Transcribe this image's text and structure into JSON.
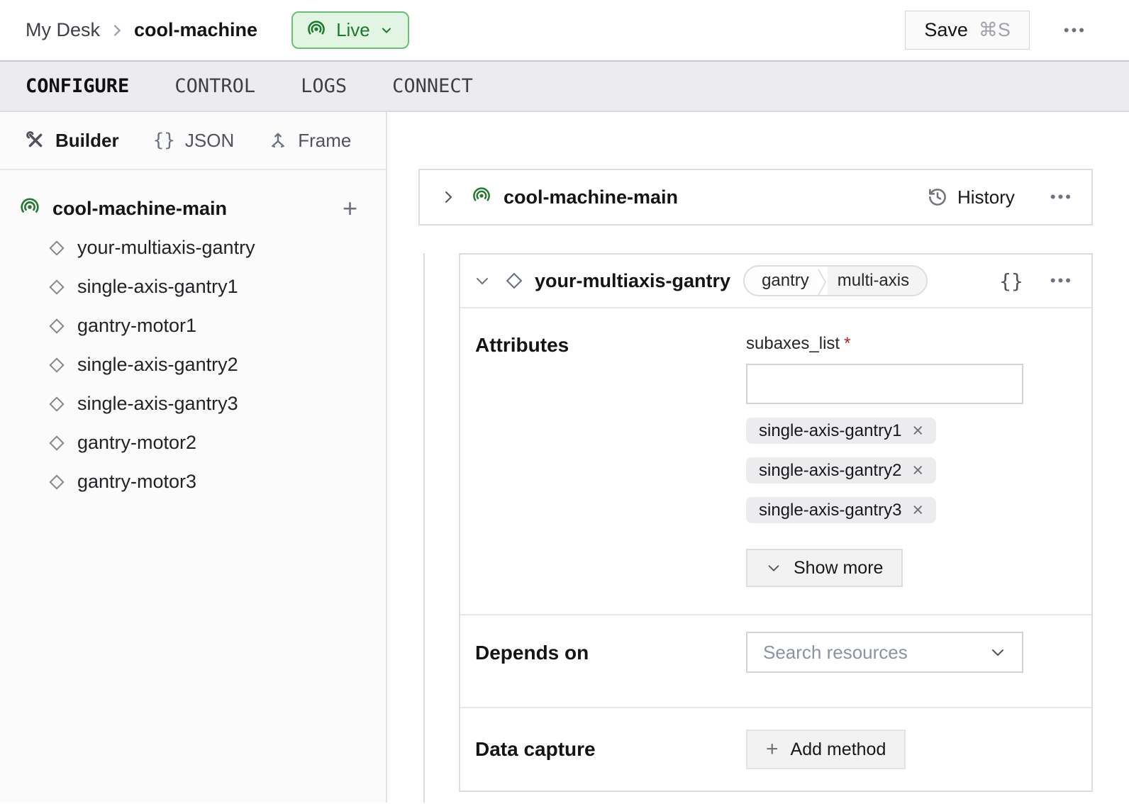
{
  "colors": {
    "live_text": "#1c7a2e",
    "live_bg": "#e1f5e2",
    "live_border": "#68c173",
    "brand_green": "#277a33",
    "required_red": "#b42318",
    "card_border": "#dcdcdf"
  },
  "icons": {
    "ellipsis": "•••",
    "braces": "{}",
    "plus": "+",
    "close": "×"
  },
  "header": {
    "breadcrumb": {
      "parent": "My Desk",
      "separator": "›",
      "current": "cool-machine"
    },
    "live_badge": {
      "label": "Live"
    },
    "save_button": {
      "label": "Save",
      "shortcut": "⌘S"
    }
  },
  "nav_tabs": [
    {
      "label": "CONFIGURE",
      "active": true
    },
    {
      "label": "CONTROL",
      "active": false
    },
    {
      "label": "LOGS",
      "active": false
    },
    {
      "label": "CONNECT",
      "active": false
    }
  ],
  "sidebar": {
    "view_tabs": [
      {
        "label": "Builder",
        "active": true
      },
      {
        "label": "JSON",
        "active": false
      },
      {
        "label": "Frame",
        "active": false
      }
    ],
    "tree": {
      "root": "cool-machine-main",
      "children": [
        "your-multiaxis-gantry",
        "single-axis-gantry1",
        "gantry-motor1",
        "single-axis-gantry2",
        "single-axis-gantry3",
        "gantry-motor2",
        "gantry-motor3"
      ]
    }
  },
  "main": {
    "part_card": {
      "title": "cool-machine-main",
      "history_label": "History"
    },
    "component_card": {
      "title": "your-multiaxis-gantry",
      "tags": [
        "gantry",
        "multi-axis"
      ],
      "attributes": {
        "label": "Attributes",
        "field_label": "subaxes_list",
        "required_marker": "*",
        "input_value": "",
        "chips": [
          "single-axis-gantry1",
          "single-axis-gantry2",
          "single-axis-gantry3"
        ],
        "show_more_label": "Show more"
      },
      "depends_on": {
        "label": "Depends on",
        "placeholder": "Search resources"
      },
      "data_capture": {
        "label": "Data capture",
        "add_method_label": "Add method"
      }
    }
  }
}
